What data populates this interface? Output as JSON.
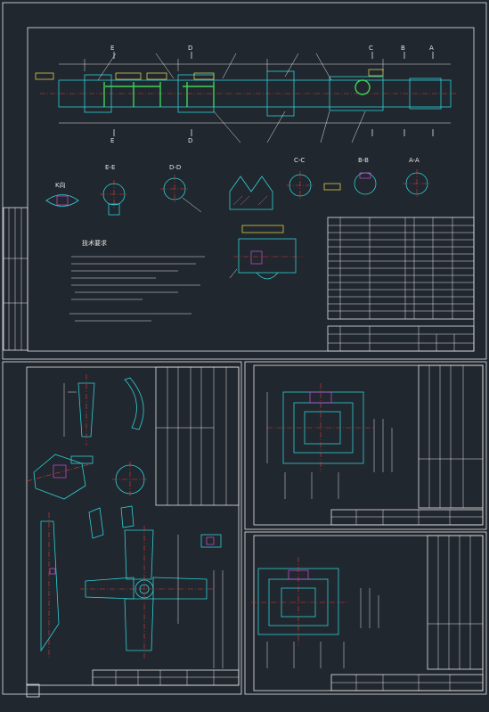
{
  "section_labels": {
    "k": "K向",
    "e": "E-E",
    "d": "D-D",
    "c": "C-C",
    "b": "B-B",
    "a": "A-A"
  },
  "letters": {
    "E": "E",
    "D": "D",
    "C": "C",
    "B": "B",
    "A": "A"
  },
  "notes_title": "技术要求",
  "colors": {
    "background": "#21272e",
    "frame": "#e6e6e6",
    "outline": "#2fd0d6",
    "centerline": "#e03b3b",
    "dimension": "#f2e24a",
    "highlight": "#3fd35a",
    "section": "#d84bd8"
  }
}
